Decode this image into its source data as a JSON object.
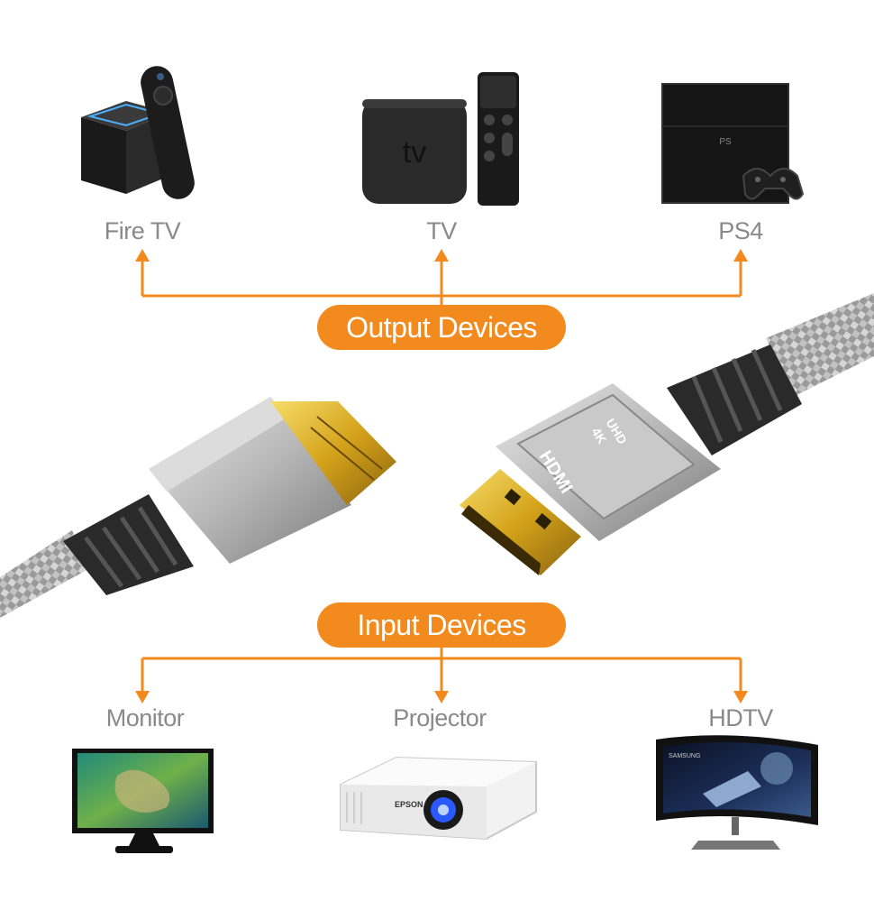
{
  "output_devices": {
    "heading": "Output Devices",
    "items": [
      {
        "label": "Fire TV",
        "icon": "fire-tv-icon"
      },
      {
        "label": "TV",
        "icon": "apple-tv-icon",
        "box_text": "tv"
      },
      {
        "label": "PS4",
        "icon": "ps4-icon"
      }
    ]
  },
  "input_devices": {
    "heading": "Input Devices",
    "items": [
      {
        "label": "Monitor",
        "icon": "monitor-icon"
      },
      {
        "label": "Projector",
        "icon": "projector-icon"
      },
      {
        "label": "HDTV",
        "icon": "hdtv-icon"
      }
    ]
  },
  "cable": {
    "connector_markings": [
      "4K",
      "UHD",
      "HDMI"
    ]
  },
  "colors": {
    "accent": "#f28a1e",
    "label_gray": "#8a8a8a",
    "connector_gold": "#d4a21a",
    "housing_silver": "#b8b8b8"
  }
}
